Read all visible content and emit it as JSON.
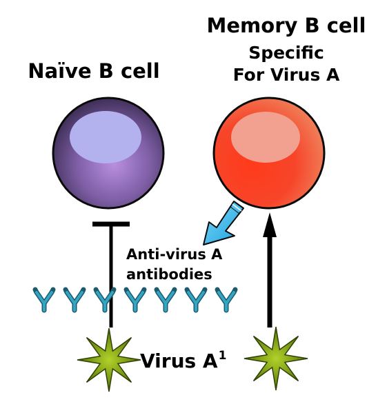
{
  "naive_cell": {
    "label": "Naïve B cell"
  },
  "memory_cell": {
    "label": "Memory B cell",
    "sub1": "Specific",
    "sub2": "For Virus A"
  },
  "antibodies": {
    "line1": "Anti-virus A",
    "line2": "antibodies",
    "count": 7
  },
  "virus": {
    "label": "Virus A",
    "sup": "1"
  },
  "colors": {
    "naive_outer": "#5a4378",
    "naive_nucleus": "#b4b2ee",
    "memory_outer": "#f7452a",
    "memory_nucleus": "#f2a190",
    "virus_fill": "#6e8f10",
    "antibody": "#35a5c4",
    "arrow_blue": "#2eb3ea"
  },
  "icons": {
    "antibody": "antibody-y-icon",
    "virus": "virus-star-icon",
    "inhibit": "t-bar-inhibition-icon",
    "activate": "up-arrow-icon",
    "secrete": "blue-arrow-icon"
  }
}
